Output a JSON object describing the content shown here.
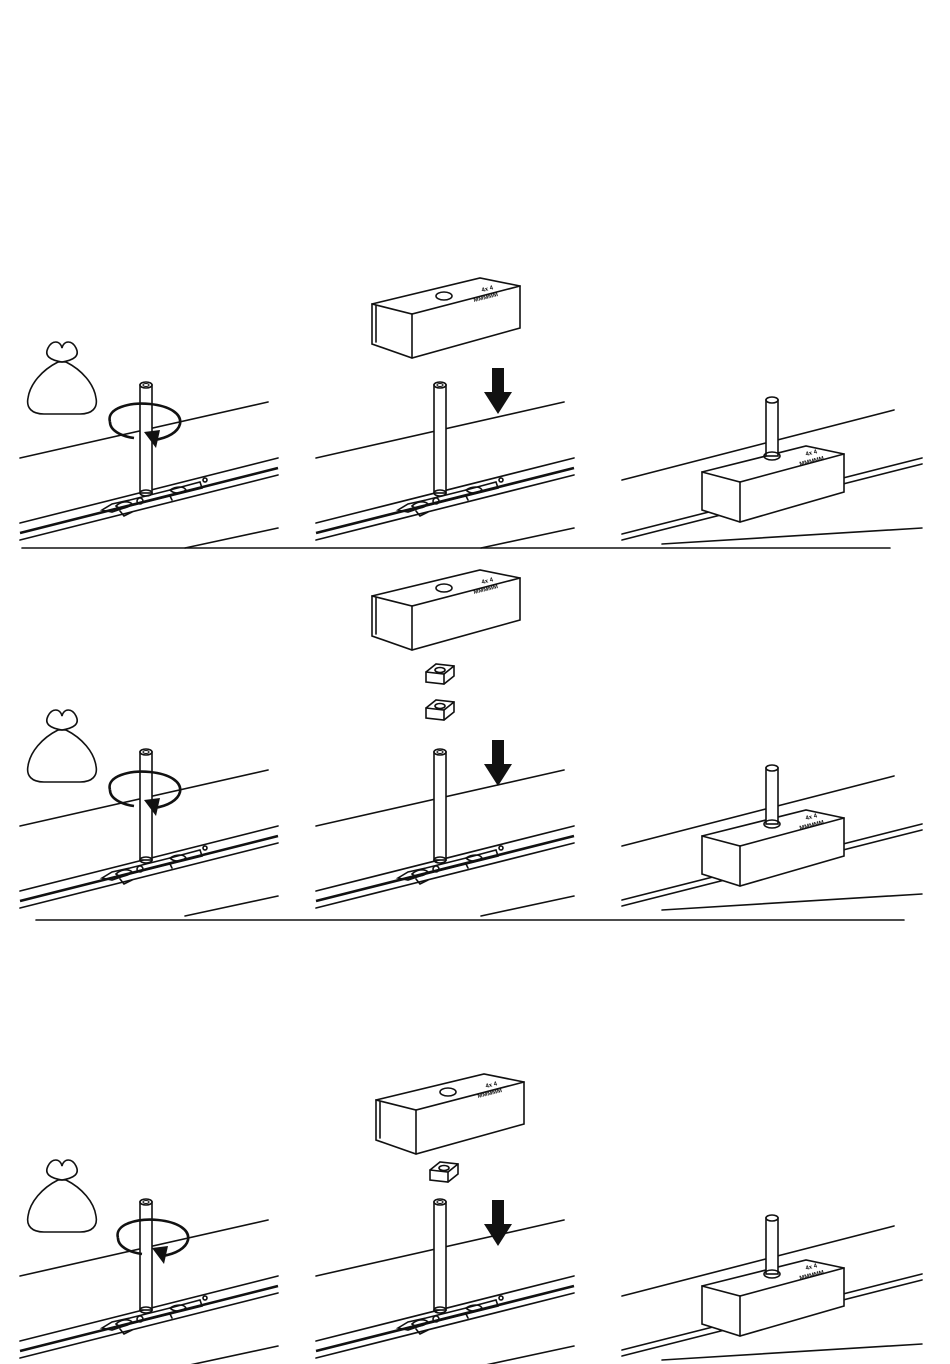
{
  "diagram": {
    "block_label_line1": "4x 4",
    "block_label_line2": "MMMMM"
  },
  "colors": {
    "ink": "#111111",
    "background": "#ffffff"
  },
  "steps": [
    {
      "row": 1,
      "bag_icon": "hardware-bag-icon",
      "rotate_icon": "rotate-arrow-icon",
      "spacers": 0
    },
    {
      "row": 2,
      "bag_icon": "hardware-bag-icon",
      "rotate_icon": "rotate-arrow-icon",
      "spacers": 2
    },
    {
      "row": 3,
      "bag_icon": "hardware-bag-icon",
      "rotate_icon": "rotate-arrow-icon",
      "spacers": 1
    }
  ]
}
